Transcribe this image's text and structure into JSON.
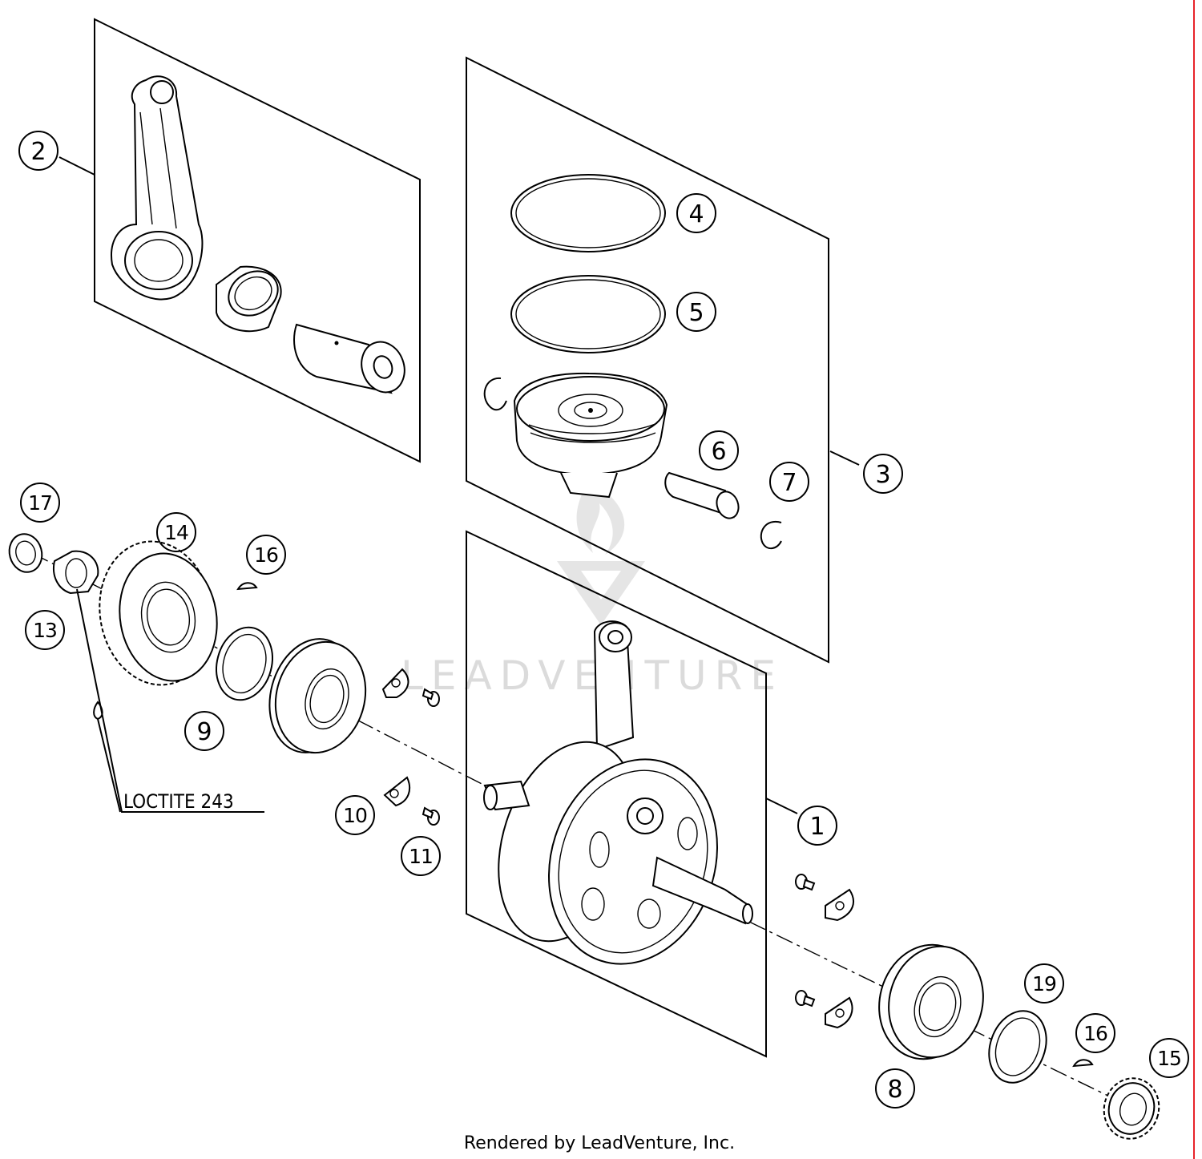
{
  "diagram": {
    "title": "",
    "callouts": [
      {
        "id": "1",
        "label": "1"
      },
      {
        "id": "2",
        "label": "2"
      },
      {
        "id": "3",
        "label": "3"
      },
      {
        "id": "4",
        "label": "4"
      },
      {
        "id": "5",
        "label": "5"
      },
      {
        "id": "6",
        "label": "6"
      },
      {
        "id": "7",
        "label": "7"
      },
      {
        "id": "8",
        "label": "8"
      },
      {
        "id": "9",
        "label": "9"
      },
      {
        "id": "10",
        "label": "10"
      },
      {
        "id": "11",
        "label": "11"
      },
      {
        "id": "13",
        "label": "13"
      },
      {
        "id": "14",
        "label": "14"
      },
      {
        "id": "15",
        "label": "15"
      },
      {
        "id": "16a",
        "label": "16"
      },
      {
        "id": "16b",
        "label": "16"
      },
      {
        "id": "17",
        "label": "17"
      },
      {
        "id": "19",
        "label": "19"
      }
    ],
    "note": "LOCTITE 243",
    "watermark": "LEADVENTURE",
    "footer": "Rendered by LeadVenture, Inc.",
    "border_color": "#e8232a"
  }
}
